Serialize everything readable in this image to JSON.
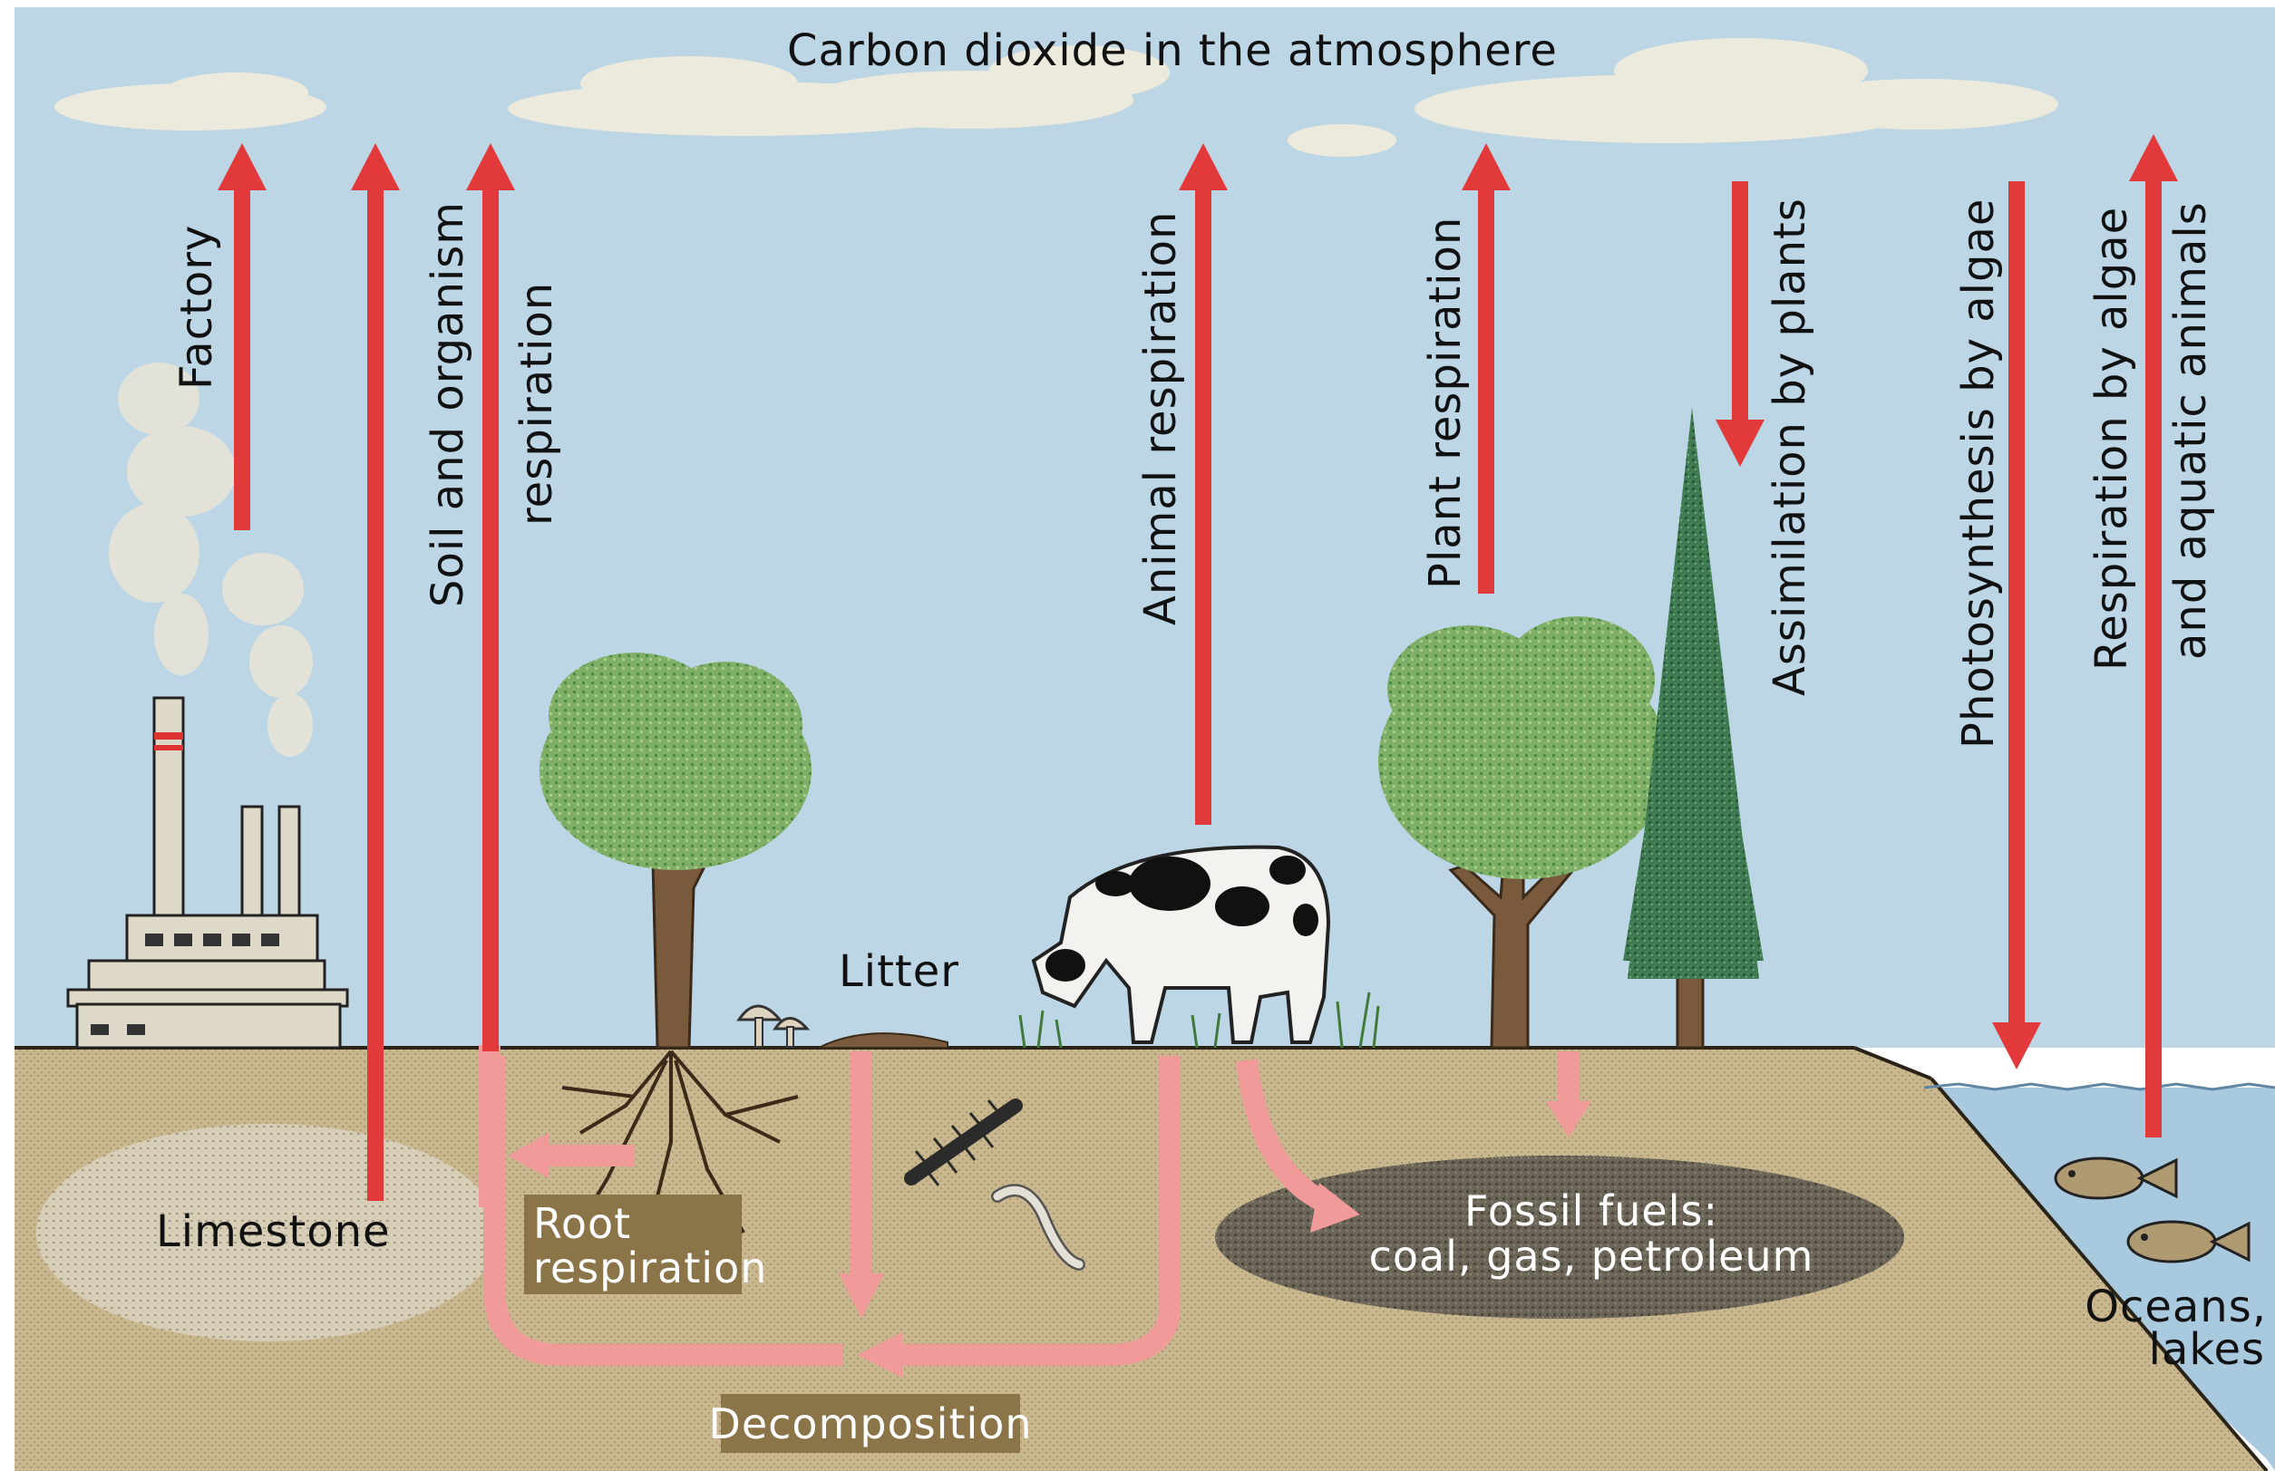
{
  "title": "Carbon dioxide in the atmosphere",
  "colors": {
    "sky": "#bcd6e6",
    "ground": "#c7b58e",
    "water": "#a9c9de",
    "arrow": "#e23a3a",
    "arrow_light": "#f09a9a",
    "label_box": "#8a7448",
    "cloud": "#ece9dd"
  },
  "labels": {
    "factory": "Factory",
    "soil_respiration_line1": "Soil and organism",
    "soil_respiration_line2": "respiration",
    "animal_respiration": "Animal respiration",
    "plant_respiration": "Plant respiration",
    "assimilation": "Assimilation by plants",
    "photosynthesis_algae": "Photosynthesis by algae",
    "respiration_algae_line1": "Respiration by algae",
    "respiration_algae_line2": "and aquatic animals",
    "litter": "Litter",
    "limestone": "Limestone",
    "root_respiration_line1": "Root",
    "root_respiration_line2": "respiration",
    "decomposition": "Decomposition",
    "fossil_fuels_line1": "Fossil fuels:",
    "fossil_fuels_line2": "coal, gas, petroleum",
    "oceans_line1": "Oceans,",
    "oceans_line2": "lakes"
  },
  "icons": [
    "factory-icon",
    "cloud-icon",
    "tree-icon",
    "pine-tree-icon",
    "cow-icon",
    "mushroom-icon",
    "worm-icon",
    "centipede-icon",
    "fish-icon"
  ]
}
